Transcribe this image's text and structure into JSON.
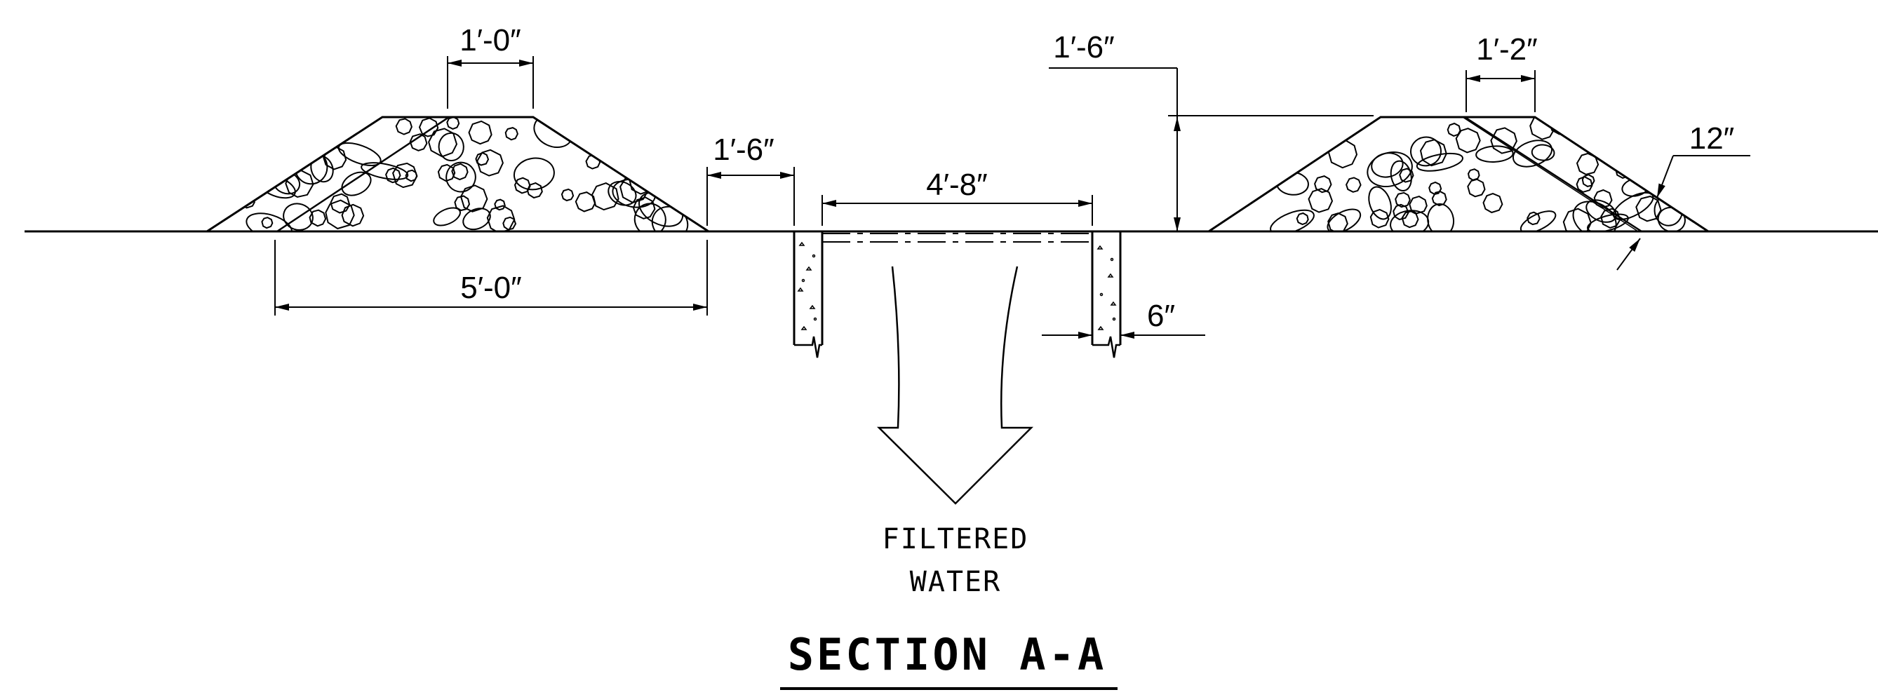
{
  "drawing": {
    "title": "SECTION A-A",
    "flow_label_line1": "FILTERED",
    "flow_label_line2": "WATER"
  },
  "dimensions": {
    "left_berm_top_width": "1′-0″",
    "left_berm_base_width": "5′-0″",
    "gap_to_inlet": "1′-6″",
    "inlet_width": "4′-8″",
    "wall_thickness": "6″",
    "berm_height": "1′-6″",
    "right_berm_top_width": "1′-2″",
    "stone_layer_thickness": "12″"
  },
  "colors": {
    "line": "#000000",
    "background": "#ffffff"
  }
}
